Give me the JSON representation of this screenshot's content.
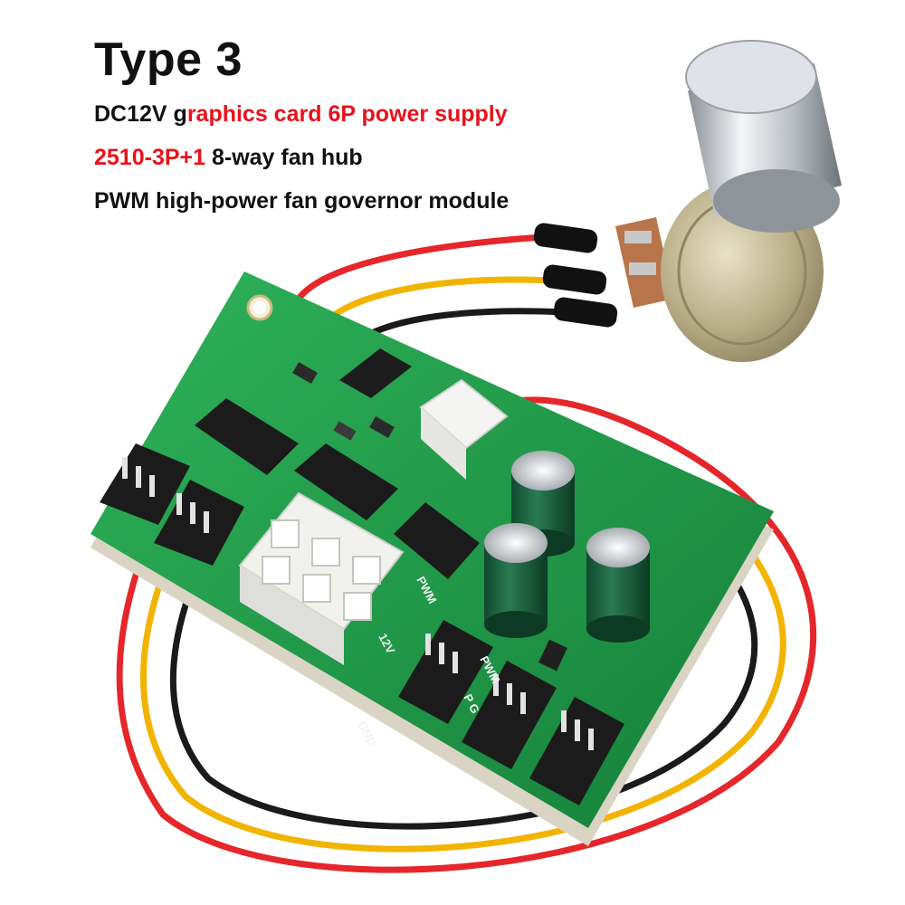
{
  "title": "Type 3",
  "lines": {
    "line1": {
      "part1": "DC12V g",
      "part2": "raphics card 6P power supply"
    },
    "line2": {
      "part1": "2510-3P+1",
      "part2": " 8-way fan hub"
    },
    "line3": "PWM high-power fan governor module"
  },
  "board_labels": {
    "gnd": "GND",
    "v12": "12V",
    "pwm_a": "PWM",
    "pwm_b": "PWM",
    "pg": "P G"
  },
  "colors": {
    "pcb": "#1f9a4a",
    "wire_red": "#e5262a",
    "wire_yellow": "#f2b400",
    "wire_black": "#1a1a1a",
    "accent_red": "#e8121b"
  }
}
